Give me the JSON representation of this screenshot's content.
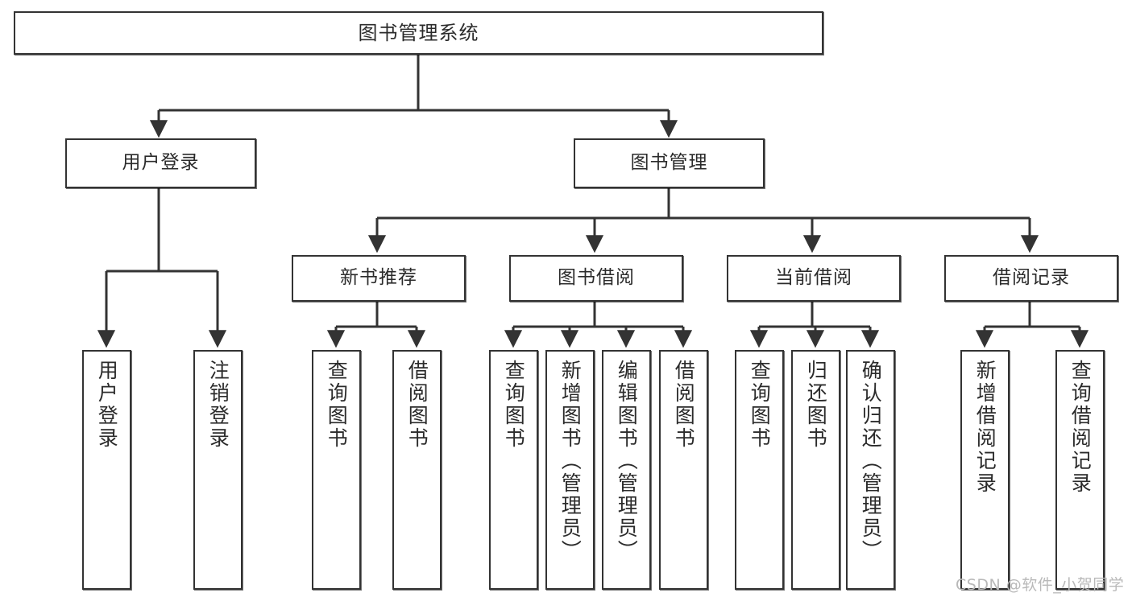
{
  "diagram": {
    "title": "图书管理系统",
    "type": "tree-hierarchy-chart",
    "watermark": "CSDN @软件_小贺同学",
    "colors": {
      "box_border": "#333333",
      "box_fill": "#ffffff",
      "edge": "#333333",
      "text": "#2b2b2b",
      "watermark": "#b9b9b9"
    }
  },
  "nodes": {
    "root": {
      "label": "图书管理系统",
      "level": 0,
      "orientation": "horizontal"
    },
    "user_login": {
      "label": "用户登录",
      "level": 1,
      "orientation": "horizontal"
    },
    "book_manage": {
      "label": "图书管理",
      "level": 1,
      "orientation": "horizontal"
    },
    "new_book_rec": {
      "label": "新书推荐",
      "level": 2,
      "orientation": "horizontal"
    },
    "book_borrow": {
      "label": "图书借阅",
      "level": 2,
      "orientation": "horizontal"
    },
    "current_borrow": {
      "label": "当前借阅",
      "level": 2,
      "orientation": "horizontal"
    },
    "borrow_record": {
      "label": "借阅记录",
      "level": 2,
      "orientation": "horizontal"
    },
    "leaf_user_login": {
      "label": "用户登录",
      "level": 3,
      "orientation": "vertical"
    },
    "leaf_logout": {
      "label": "注销登录",
      "level": 3,
      "orientation": "vertical"
    },
    "leaf_rec_query": {
      "label": "查询图书",
      "level": 3,
      "orientation": "vertical"
    },
    "leaf_rec_borrow": {
      "label": "借阅图书",
      "level": 3,
      "orientation": "vertical"
    },
    "leaf_borrow_query": {
      "label": "查询图书",
      "level": 3,
      "orientation": "vertical"
    },
    "leaf_borrow_add": {
      "label": "新增图书（管理员）",
      "level": 3,
      "orientation": "vertical"
    },
    "leaf_borrow_edit": {
      "label": "编辑图书（管理员）",
      "level": 3,
      "orientation": "vertical"
    },
    "leaf_borrow_lend": {
      "label": "借阅图书",
      "level": 3,
      "orientation": "vertical"
    },
    "leaf_cur_query": {
      "label": "查询图书",
      "level": 3,
      "orientation": "vertical"
    },
    "leaf_cur_return": {
      "label": "归还图书",
      "level": 3,
      "orientation": "vertical"
    },
    "leaf_cur_confirm": {
      "label": "确认归还（管理员）",
      "level": 3,
      "orientation": "vertical"
    },
    "leaf_rec_add": {
      "label": "新增借阅记录",
      "level": 3,
      "orientation": "vertical"
    },
    "leaf_rec_query2": {
      "label": "查询借阅记录",
      "level": 3,
      "orientation": "vertical"
    }
  },
  "hierarchy": {
    "图书管理系统": [
      "用户登录",
      "图书管理"
    ],
    "用户登录": [
      "用户登录",
      "注销登录"
    ],
    "图书管理": [
      "新书推荐",
      "图书借阅",
      "当前借阅",
      "借阅记录"
    ],
    "新书推荐": [
      "查询图书",
      "借阅图书"
    ],
    "图书借阅": [
      "查询图书",
      "新增图书（管理员）",
      "编辑图书（管理员）",
      "借阅图书"
    ],
    "当前借阅": [
      "查询图书",
      "归还图书",
      "确认归还（管理员）"
    ],
    "借阅记录": [
      "新增借阅记录",
      "查询借阅记录"
    ]
  }
}
